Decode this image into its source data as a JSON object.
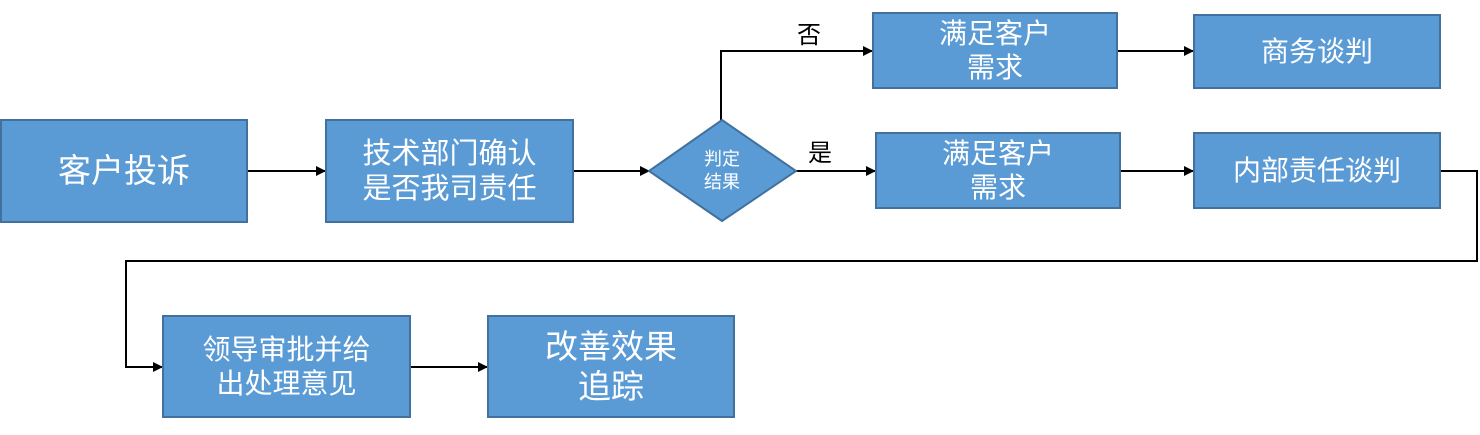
{
  "nodes": {
    "complaint": {
      "line1": "客户投诉"
    },
    "tech_confirm": {
      "line1": "技术部门确认",
      "line2": "是否我司责任"
    },
    "decision": {
      "line1": "判定",
      "line2": "结果"
    },
    "meet_needs_no": {
      "line1": "满足客户",
      "line2": "需求"
    },
    "meet_needs_yes": {
      "line1": "满足客户",
      "line2": "需求"
    },
    "business_negotiation": {
      "line1": "商务谈判"
    },
    "internal_negotiation": {
      "line1": "内部责任谈判"
    },
    "leader_review": {
      "line1": "领导审批并给",
      "line2": "出处理意见"
    },
    "followup": {
      "line1": "改善效果",
      "line2": "追踪"
    }
  },
  "edge_labels": {
    "no": "否",
    "yes": "是"
  },
  "colors": {
    "box_fill": "#5b9bd5",
    "box_border": "#41719c",
    "box_text": "#ffffff",
    "connector": "#000000"
  }
}
